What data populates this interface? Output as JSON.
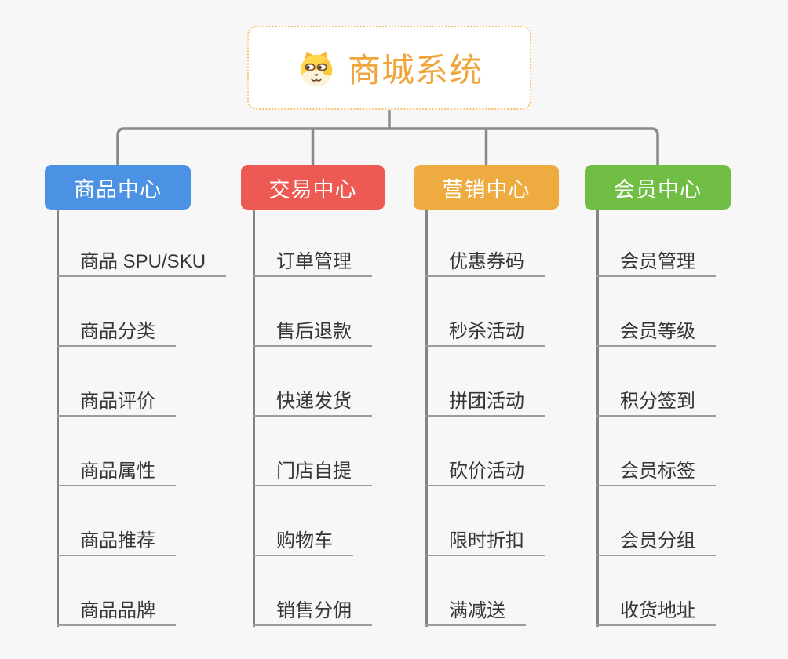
{
  "root_node": {
    "label": "商城系统",
    "icon": "shiba-dog-icon"
  },
  "branches": [
    {
      "label": "商品中心",
      "color": "#4B92E5",
      "items": [
        "商品 SPU/SKU",
        "商品分类",
        "商品评价",
        "商品属性",
        "商品推荐",
        "商品品牌"
      ]
    },
    {
      "label": "交易中心",
      "color": "#ED5A54",
      "items": [
        "订单管理",
        "售后退款",
        "快递发货",
        "门店自提",
        "购物车",
        "销售分佣"
      ]
    },
    {
      "label": "营销中心",
      "color": "#EEAB40",
      "items": [
        "优惠券码",
        "秒杀活动",
        "拼团活动",
        "砍价活动",
        "限时折扣",
        "满减送"
      ]
    },
    {
      "label": "会员中心",
      "color": "#70BE44",
      "items": [
        "会员管理",
        "会员等级",
        "积分签到",
        "会员标签",
        "会员分组",
        "收货地址"
      ]
    }
  ],
  "colors": {
    "background": "#F7F7F7",
    "connector_gray": "#8A8A8A",
    "underline_gray": "#9C9C9C",
    "root_border": "#F4C26E",
    "root_text": "#F0A53B",
    "item_text": "#363636"
  }
}
